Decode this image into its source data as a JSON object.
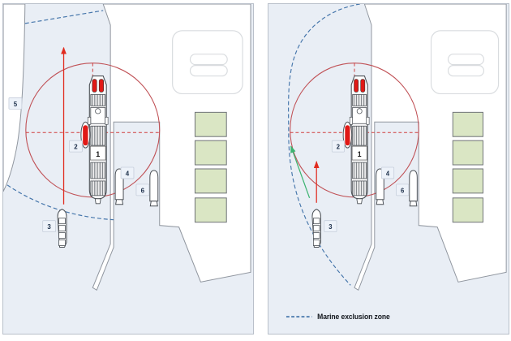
{
  "legend": {
    "label": "Marine exclusion zone"
  },
  "markers": {
    "ship": "1",
    "tug": "2",
    "barge": "3",
    "workboat_a": "4",
    "west_shore": "5",
    "workboat_b": "6"
  },
  "colors": {
    "water": "#e9eef5",
    "land": "#ffffff",
    "shore_outline": "#8f959e",
    "panel_border": "#b9c0ca",
    "building_outline": "#d9dcdf",
    "tank_fill": "#dae6c4",
    "tank_outline": "#6e7276",
    "exclusion_blue": "#4676ab",
    "circle_red": "#c05156",
    "dash_red": "#cf3b3b",
    "arrow_red": "#e12b1f",
    "arrow_green": "#3cb371",
    "vessel_red": "#e01916",
    "vessel_outline": "#4a4f55",
    "hatch_bg": "#ededee",
    "hatch_line": "#5b6066",
    "label_bg": "#edf2f9",
    "label_border": "#c6cedb",
    "label_text": "#1c2f4a",
    "legend_text": "#12161c"
  },
  "panels": [
    {
      "name": "left",
      "features": {
        "west_shore": true,
        "shore_label": true,
        "exclusion_style": "channel",
        "red_arrow": "long",
        "green_arrow": false,
        "legend": false
      }
    },
    {
      "name": "right",
      "features": {
        "west_shore": false,
        "shore_label": false,
        "exclusion_style": "arc",
        "red_arrow": "short",
        "green_arrow": true,
        "legend": true
      }
    }
  ]
}
